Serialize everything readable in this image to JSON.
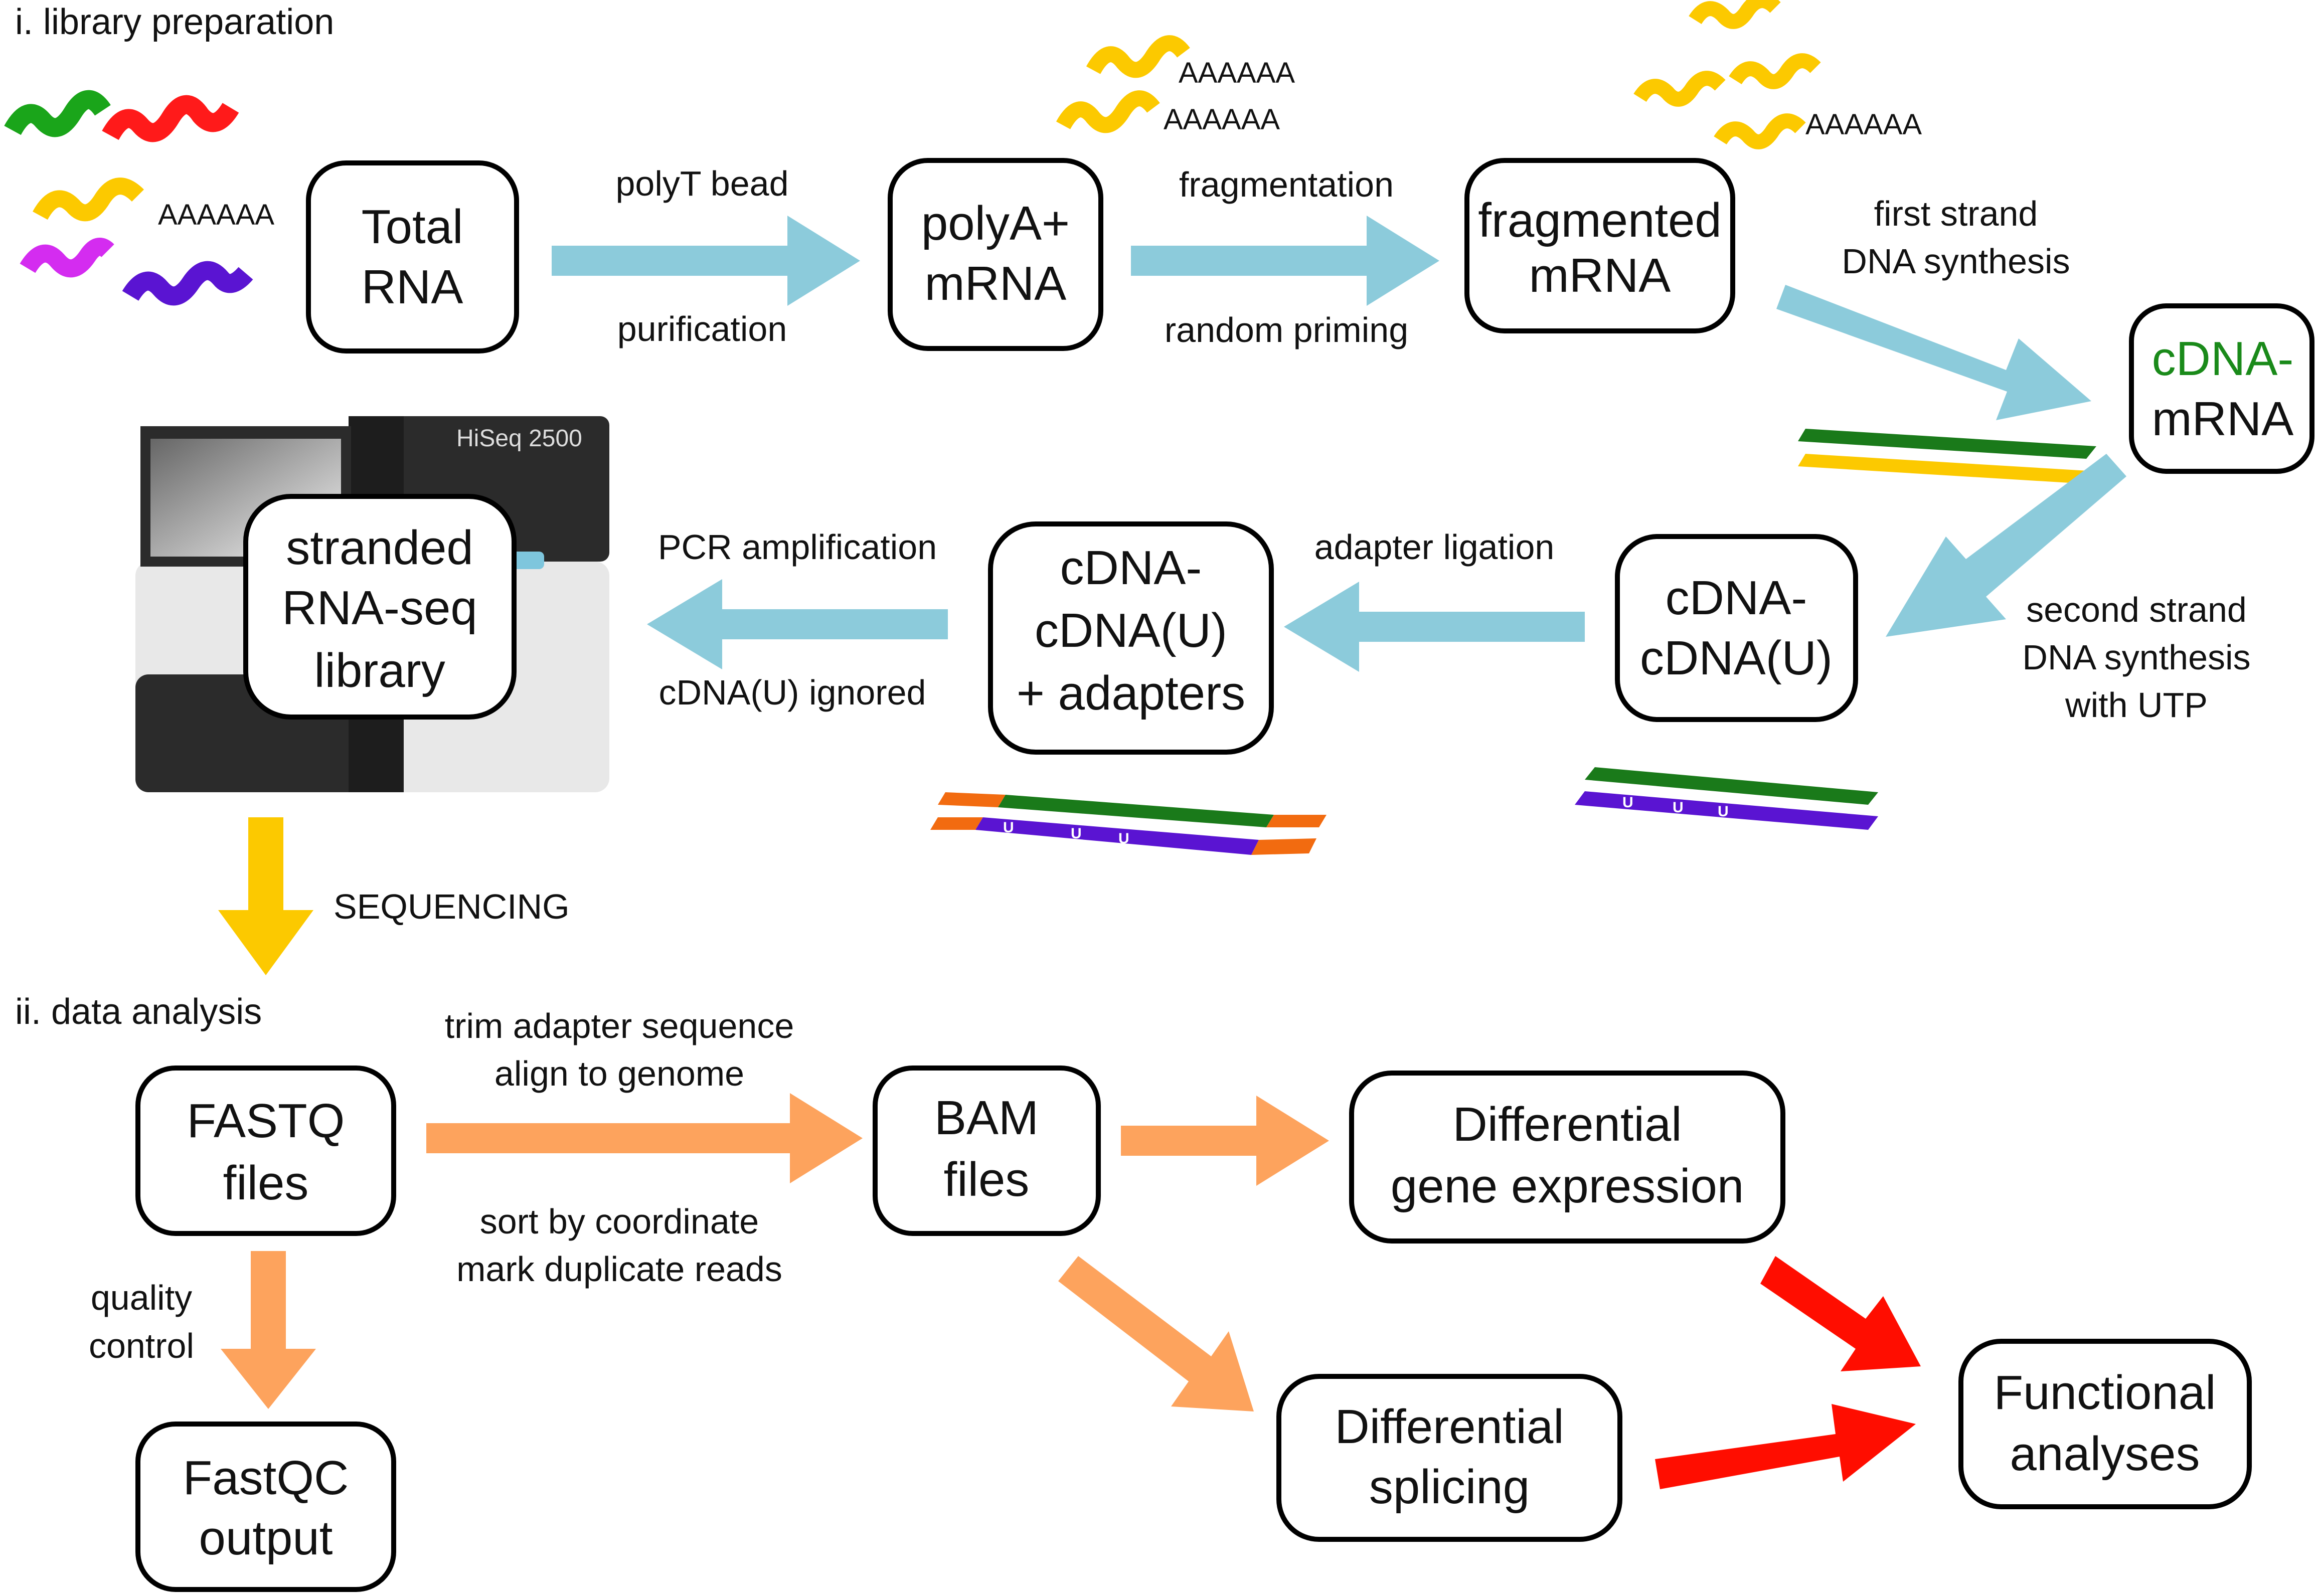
{
  "sections": {
    "prep": "i. library preparation",
    "analysis": "ii. data analysis"
  },
  "nodes": {
    "total_rna": [
      "Total",
      "RNA"
    ],
    "polya_mrna": [
      "polyA+",
      "mRNA"
    ],
    "fragmented": [
      "fragmented",
      "mRNA"
    ],
    "cdna_mrna_top": "cDNA-",
    "cdna_mrna_bottom": "mRNA",
    "cdna_cdnau": [
      "cDNA-",
      "cDNA(U)"
    ],
    "cdna_adapters": [
      "cDNA-",
      "cDNA(U)",
      "+ adapters"
    ],
    "stranded": [
      "stranded",
      "RNA-seq",
      "library"
    ],
    "fastq": [
      "FASTQ",
      "files"
    ],
    "fastqc": [
      "FastQC",
      "output"
    ],
    "bam": [
      "BAM",
      "files"
    ],
    "dge": [
      "Differential",
      "gene expression"
    ],
    "splicing": [
      "Differential",
      "splicing"
    ],
    "functional": [
      "Functional",
      "analyses"
    ]
  },
  "labels": {
    "polyt_top": "polyT bead",
    "polyt_bottom": "purification",
    "frag_top": "fragmentation",
    "frag_bottom": "random priming",
    "first_strand": [
      "first strand",
      "DNA synthesis"
    ],
    "second_strand": [
      "second strand",
      "DNA synthesis",
      "with UTP"
    ],
    "adapter_ligation": "adapter ligation",
    "pcr_top": "PCR amplification",
    "pcr_bottom": "cDNA(U) ignored",
    "sequencing": "SEQUENCING",
    "trim": [
      "trim adapter sequence",
      "align to genome"
    ],
    "sort": [
      "sort by coordinate",
      "mark duplicate reads"
    ],
    "qc": [
      "quality",
      "control"
    ]
  },
  "polya_tail": "AAAAAA",
  "u_base": "U",
  "instrument_label": "HiSeq 2500",
  "colors": {
    "blue_arrow": "#8ccbdb",
    "orange_arrow": "#fda35d",
    "red_arrow": "#ff0d00",
    "yellow_arrow": "#fcc900",
    "rna_green": "#1aa51a",
    "rna_red": "#ff1a1a",
    "rna_yellow": "#fcc900",
    "rna_magenta": "#d42cf0",
    "rna_purple": "#5a14d2",
    "cdna_green": "#1a7a1a",
    "adapter_orange": "#f26b10",
    "cdna_label_green": "#1a8a1a"
  }
}
